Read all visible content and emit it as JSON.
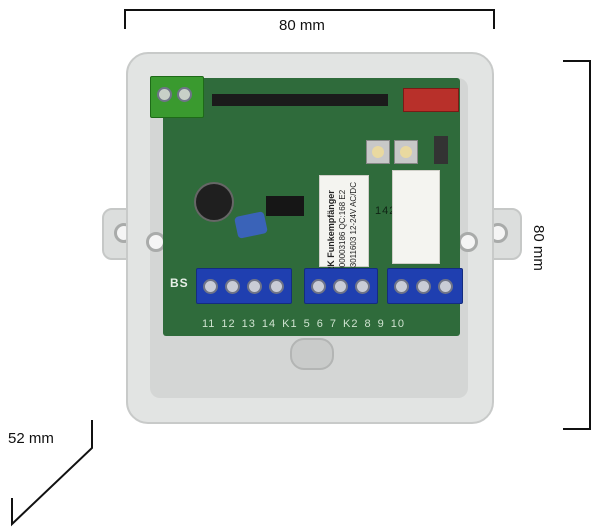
{
  "dimensions": {
    "width_label": "80 mm",
    "height_label": "80 mm",
    "depth_label": "52 mm"
  },
  "device": {
    "relay_label_lines": [
      "2K Funkempfänger",
      "000003186    QC:168  E2",
      "03011603 12-24V AC/DC"
    ],
    "silkscreen_terminal_labels": [
      "11",
      "12",
      "13",
      "14",
      "K1",
      "5",
      "6",
      "7",
      "K2",
      "8",
      "9",
      "10"
    ],
    "silkscreen_logo": "BS",
    "pcb_marking": "142",
    "pcb_color": "#2f6b3b",
    "terminal_color": "#1f3fb0",
    "power_terminal_color": "#3a9a2f",
    "connector_color": "#b8302a"
  }
}
